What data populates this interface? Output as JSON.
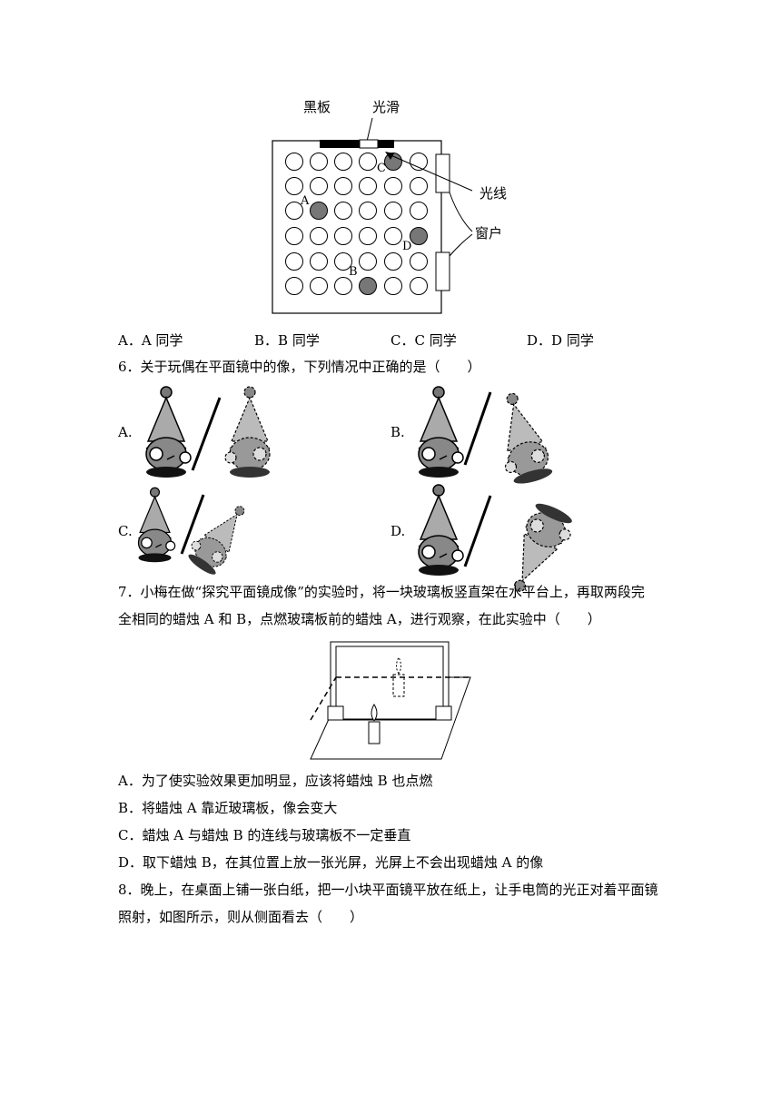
{
  "classroom": {
    "labels": {
      "blackboard": "黑板",
      "smooth": "光滑",
      "light_ray": "光线",
      "window": "窗户",
      "seat_a": "A",
      "seat_b": "B",
      "seat_c": "C",
      "seat_d": "D"
    }
  },
  "q5": {
    "options": [
      "A．A 同学",
      "B．B 同学",
      "C．C 同学",
      "D．D 同学"
    ]
  },
  "q6": {
    "stem": "6．关于玩偶在平面镜中的像，下列情况中正确的是（　　）",
    "options": [
      "A.",
      "B.",
      "C.",
      "D."
    ]
  },
  "q7": {
    "stem_line1": "7．小梅在做“探究平面镜成像”的实验时，将一块玻璃板竖直架在水平台上，再取两段完",
    "stem_line2": "全相同的蜡烛 A 和 B，点燃玻璃板前的蜡烛 A，进行观察，在此实验中（　　）",
    "options": [
      "A．为了使实验效果更加明显，应该将蜡烛 B 也点燃",
      "B．将蜡烛 A 靠近玻璃板，像会变大",
      "C．蜡烛 A 与蜡烛 B 的连线与玻璃板不一定垂直",
      "D．取下蜡烛 B，在其位置上放一张光屏，光屏上不会出现蜡烛 A 的像"
    ]
  },
  "q8": {
    "stem_line1": "8．晚上，在桌面上铺一张白纸，把一小块平面镜平放在纸上，让手电筒的光正对着平面镜",
    "stem_line2": "照射，如图所示，则从侧面看去（　　）"
  }
}
